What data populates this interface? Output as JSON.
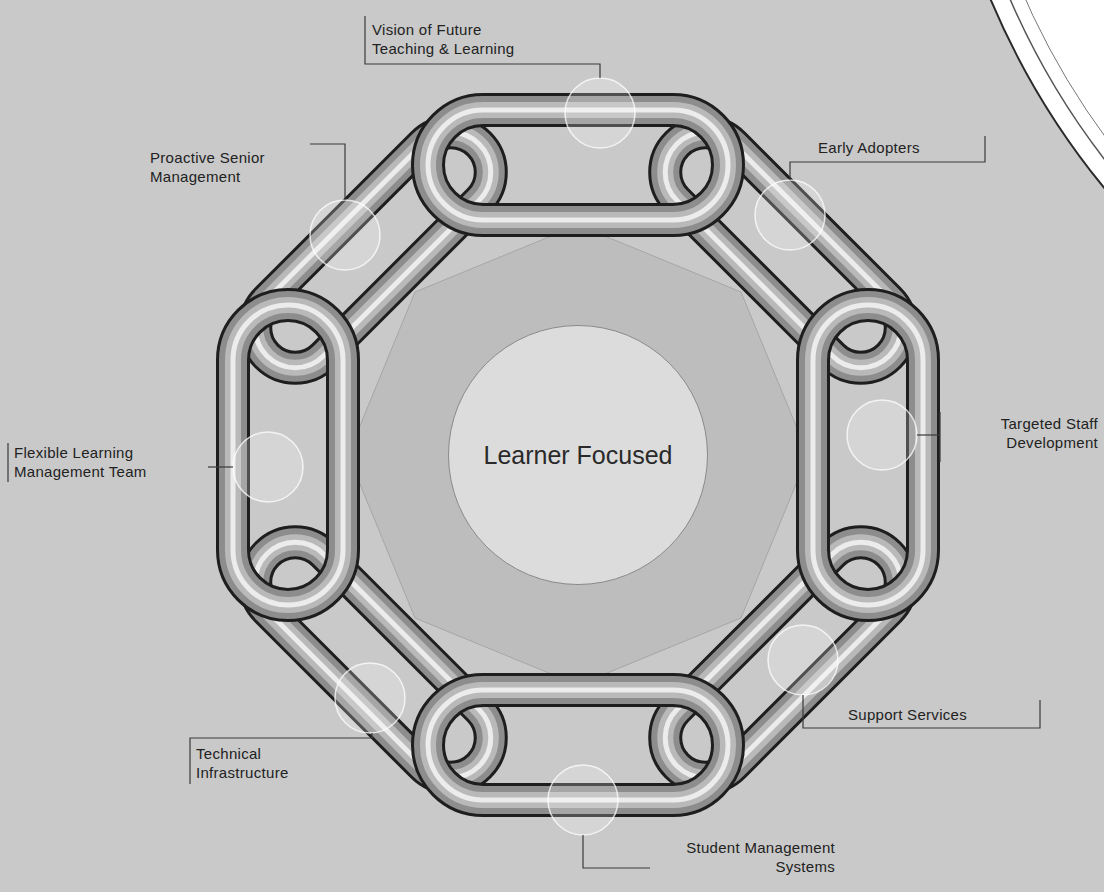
{
  "diagram": {
    "nodes": [
      {
        "text": [
          "Learner Focused"
        ]
      }
    ],
    "labels": [
      "Vision of Future Teaching & Learning",
      "Proactive Senior Management",
      "Early Adopters",
      "Flexible Learning Management Team",
      "Targeted Staff Development",
      "Support Services",
      "Technical Infrastructure",
      "Student Management Systems"
    ]
  }
}
